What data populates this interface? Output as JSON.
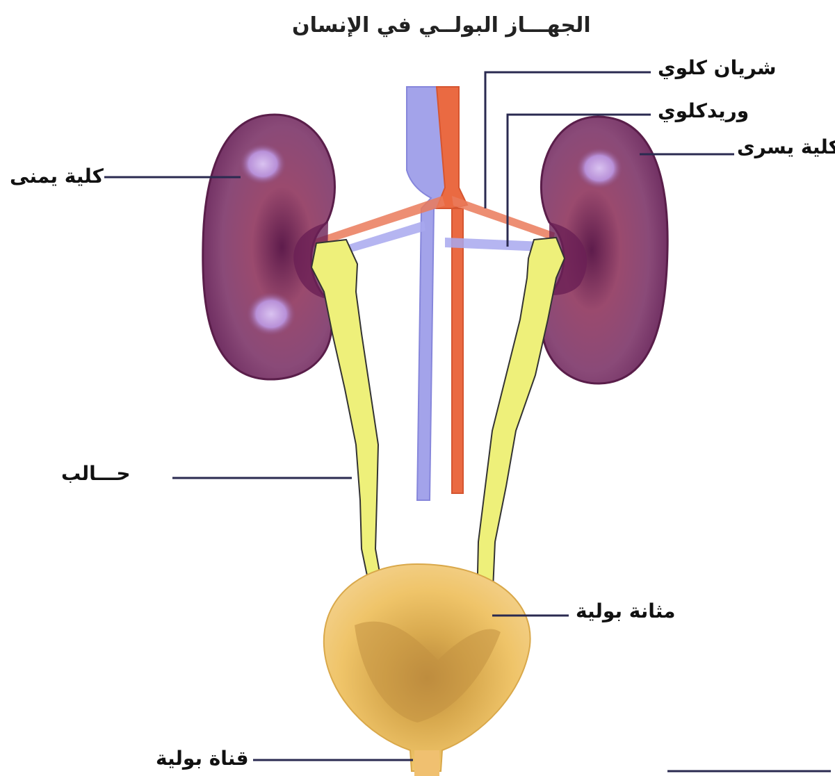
{
  "title": "الجهـــاز البولــي في الإنسان",
  "labels": {
    "renal_artery": "شريان كلوي",
    "renal_vein": "وريدكلوي",
    "left_kidney": "كلية يسرى",
    "right_kidney": "كلية يمنى",
    "ureter": "حـــالب",
    "bladder": "مثانة بولية",
    "urethra": "قناة بولية"
  },
  "colors": {
    "kidney": "#7a2e63",
    "kidney_light": "#c9a3e6",
    "artery": "#e8663f",
    "vein": "#8f8fe8",
    "ureter": "#eef07a",
    "bladder": "#f0c766",
    "bladder_dark": "#c99640",
    "leader_line": "#2a2a50"
  }
}
